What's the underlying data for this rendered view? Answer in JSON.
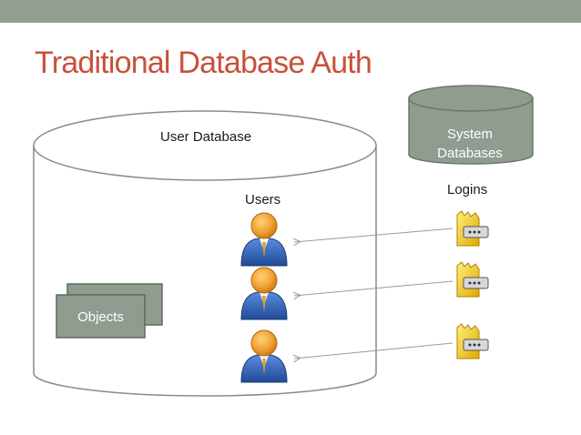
{
  "slide": {
    "title": "Traditional Database Auth"
  },
  "diagram": {
    "user_database_label": "User Database",
    "users_label": "Users",
    "logins_label": "Logins",
    "system_databases_label": "System Databases",
    "objects_label": "Objects"
  },
  "colors": {
    "title": "#c8513a",
    "top_bar": "#919e91",
    "system_db_fill": "#8f9c8f",
    "objects_fill": "#8f9c8f",
    "cylinder_stroke": "#8a8a8a",
    "user_head": "#f0a030",
    "user_body": "#2a5aa8",
    "key": "#f2c20e"
  },
  "icons": {
    "user": "user-icon",
    "login": "key-icon"
  }
}
